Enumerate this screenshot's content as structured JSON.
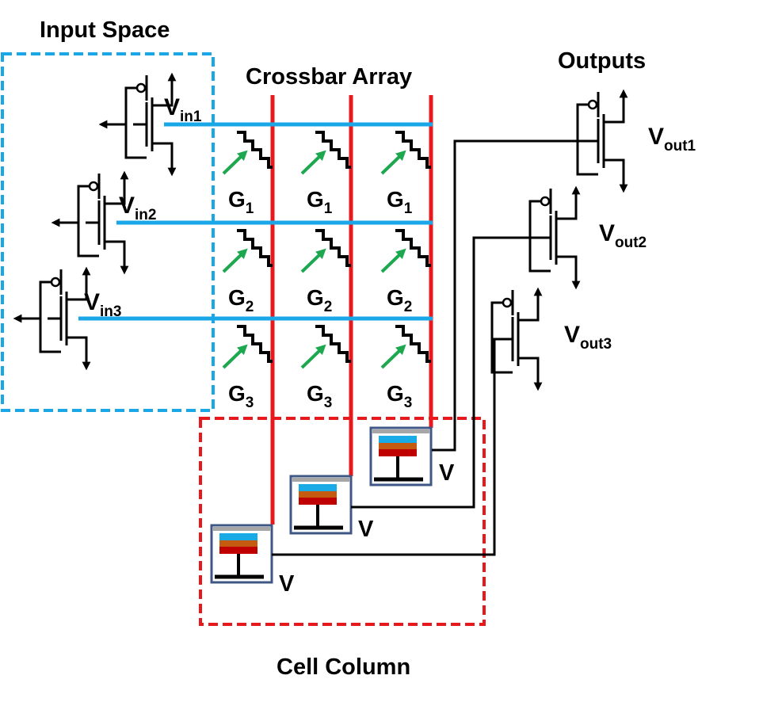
{
  "titles": {
    "input_space": "Input Space",
    "crossbar_array": "Crossbar Array",
    "outputs": "Outputs",
    "cell_column": "Cell Column"
  },
  "inputs": [
    {
      "base": "V",
      "sub": "in1"
    },
    {
      "base": "V",
      "sub": "in2"
    },
    {
      "base": "V",
      "sub": "in3"
    }
  ],
  "outputs": [
    {
      "base": "V",
      "sub": "out1"
    },
    {
      "base": "V",
      "sub": "out2"
    },
    {
      "base": "V",
      "sub": "out3"
    }
  ],
  "conductance_rows": [
    {
      "base": "G",
      "sub": "1"
    },
    {
      "base": "G",
      "sub": "2"
    },
    {
      "base": "G",
      "sub": "3"
    }
  ],
  "cell_voltage_label": "V",
  "colors": {
    "input_box": "#1aa7e8",
    "row_line": "#1aa7e8",
    "column_line": "#e8191c",
    "cell_box": "#e8191c",
    "arrow": "#1da850",
    "cell_frame": "#3f5785",
    "layer_blue": "#1aabe6",
    "layer_orange": "#c55a11",
    "layer_red": "#c00000",
    "layer_grey": "#a6a6a6"
  }
}
